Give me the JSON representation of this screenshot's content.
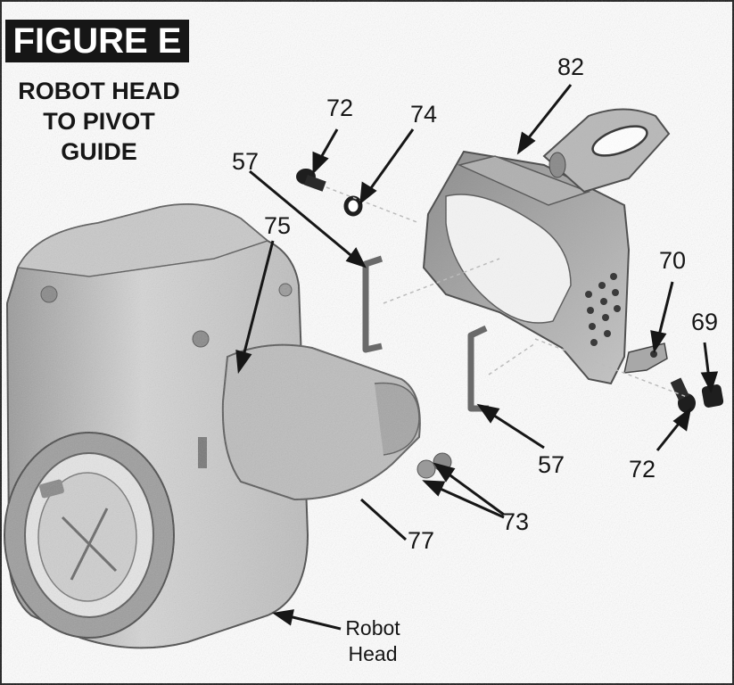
{
  "figure": {
    "badge": "FIGURE E",
    "subtitle_lines": [
      "ROBOT HEAD",
      "TO PIVOT",
      "GUIDE"
    ]
  },
  "callouts": {
    "c82": "82",
    "c72_top": "72",
    "c74": "74",
    "c57_top": "57",
    "c75": "75",
    "c70": "70",
    "c69": "69",
    "c57_bottom": "57",
    "c72_bottom": "72",
    "c73": "73",
    "c77": "77",
    "robot_head_line1": "Robot",
    "robot_head_line2": "Head"
  },
  "colors": {
    "ink": "#161616",
    "part_light": "#cfcfcf",
    "part_mid": "#a9a9a9",
    "part_dark": "#6e6e6e",
    "paper": "#ffffff"
  }
}
